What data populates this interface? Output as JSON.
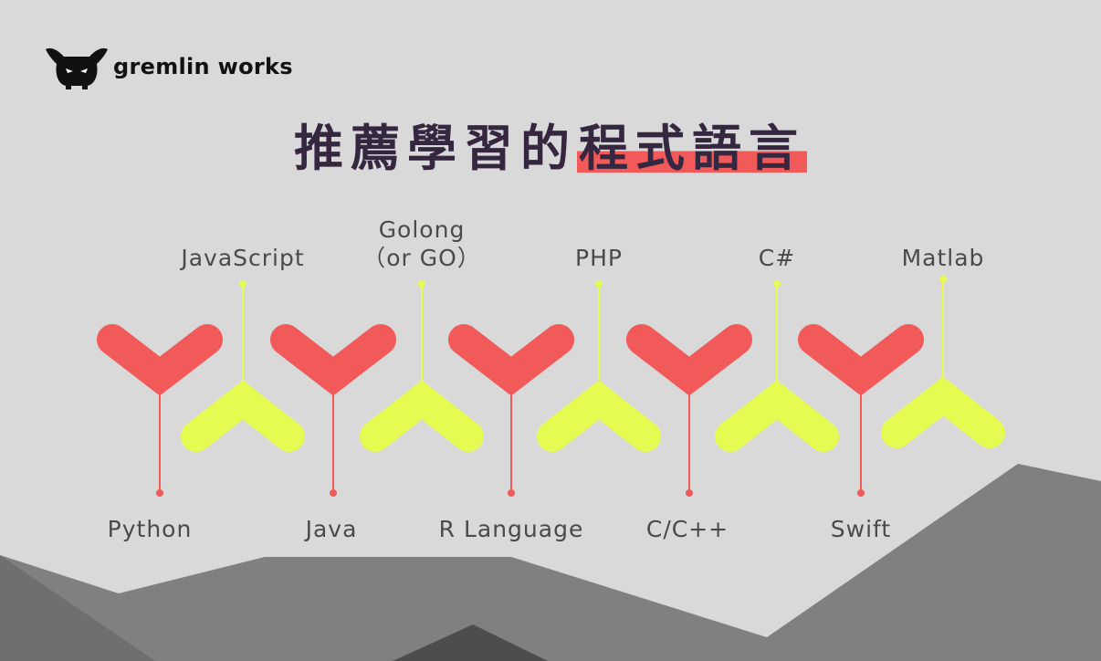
{
  "brand": {
    "name": "gremlin works"
  },
  "title": {
    "part1": "推薦學習的",
    "part2": "程式語言"
  },
  "colors": {
    "red": "#f25a5a",
    "yellow": "#e6fb52",
    "title": "#35273f",
    "background": "#d9d9d9"
  },
  "languages_bottom": [
    "Python",
    "Java",
    "R Language",
    "C/C++",
    "Swift"
  ],
  "languages_top": [
    {
      "lines": [
        "JavaScript"
      ]
    },
    {
      "lines": [
        "Golong",
        "（or GO）"
      ]
    },
    {
      "lines": [
        "PHP"
      ]
    },
    {
      "lines": [
        "C#"
      ]
    },
    {
      "lines": [
        "Matlab"
      ]
    }
  ]
}
